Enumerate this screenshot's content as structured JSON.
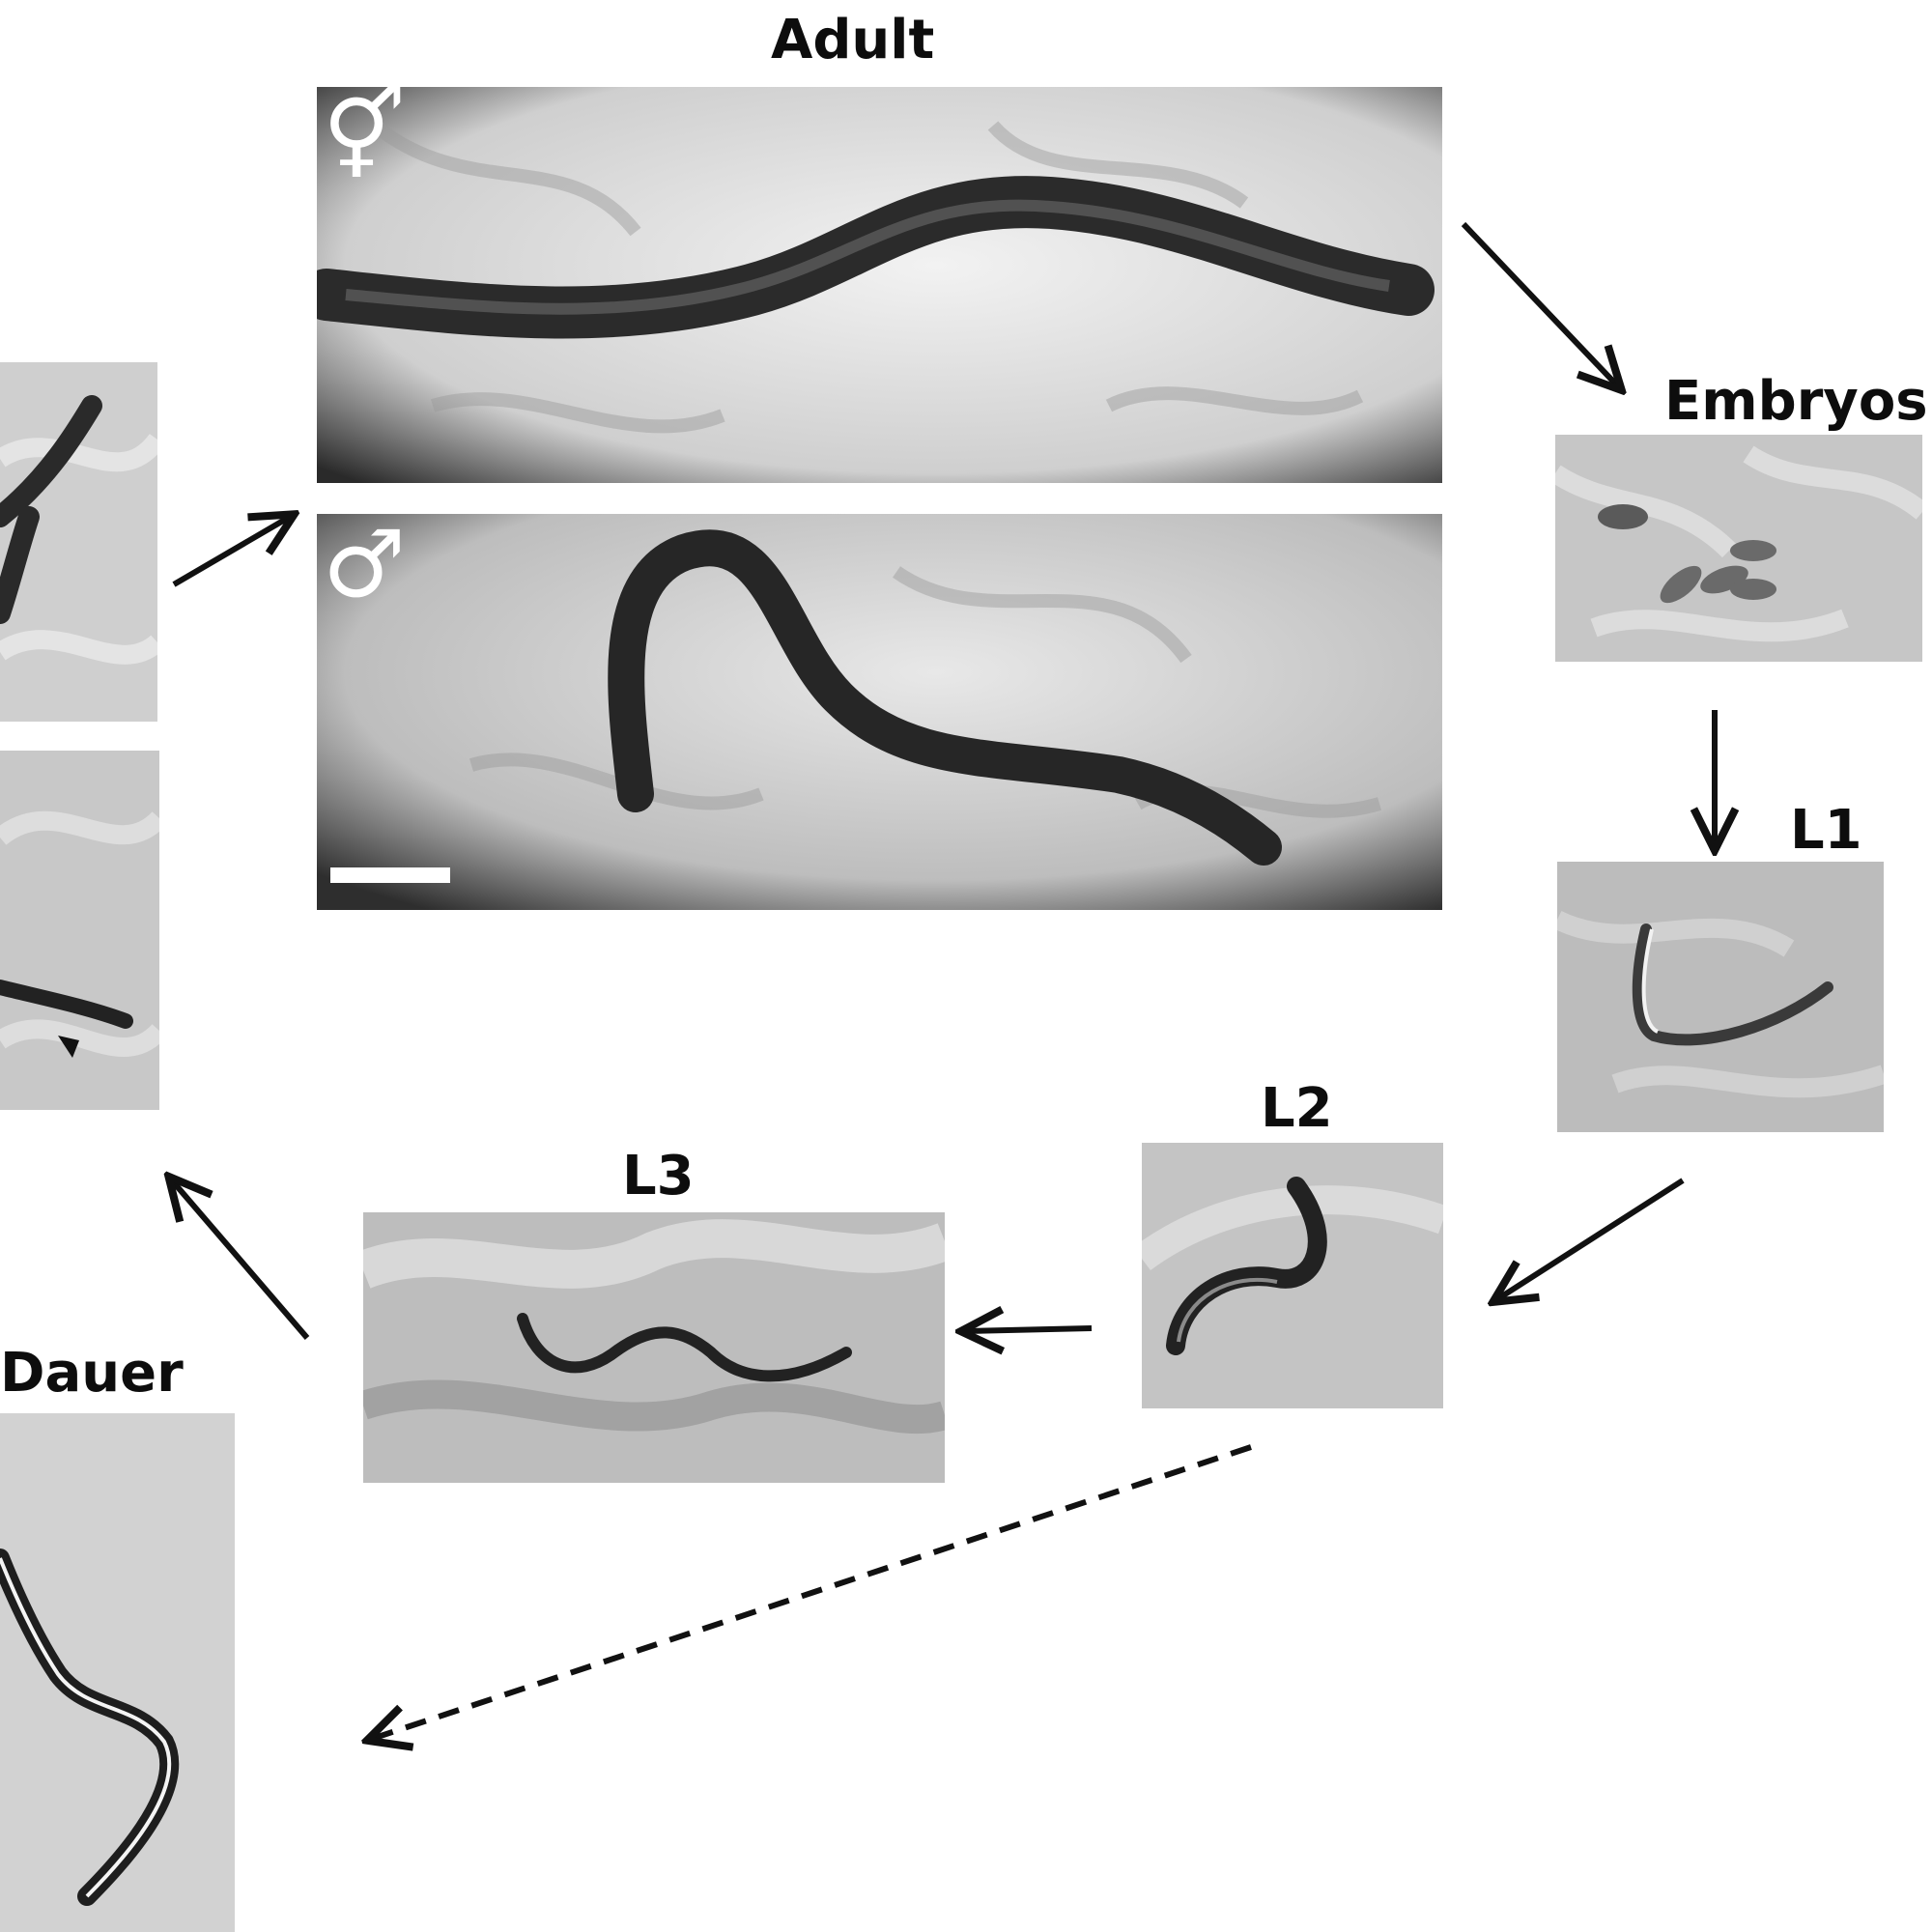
{
  "stages": {
    "adult": "Adult",
    "embryos": "Embryos",
    "l1": "L1",
    "l2": "L2",
    "l3": "L3",
    "dauer": "Dauer"
  },
  "symbols": {
    "hermaphrodite": "⚥",
    "male": "♂"
  }
}
